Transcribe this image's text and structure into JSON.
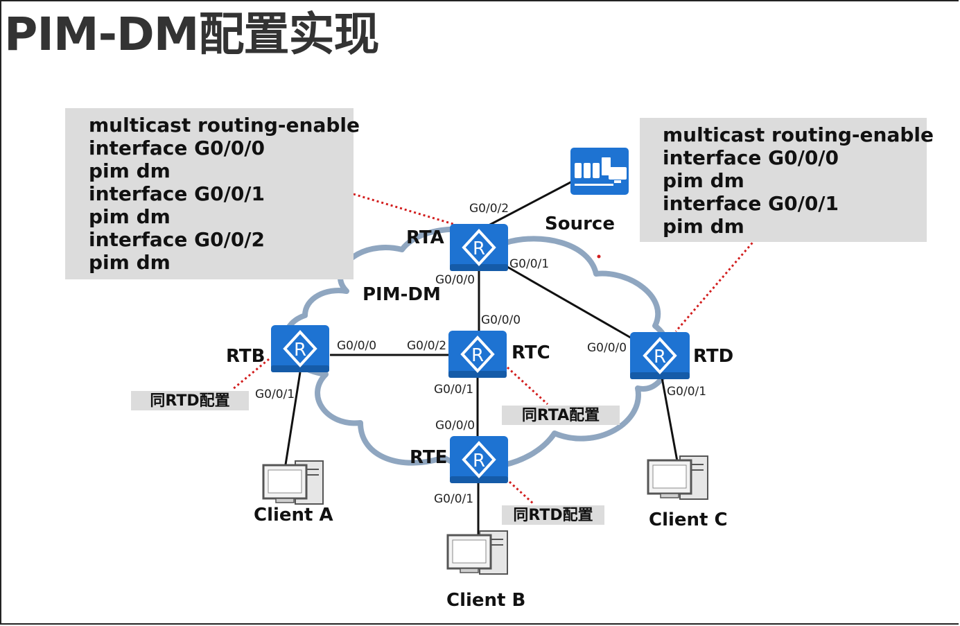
{
  "title": "PIM-DM配置实现",
  "config_left": [
    "multicast routing-enable",
    "interface G0/0/0",
    "pim dm",
    "interface G0/0/1",
    "pim dm",
    "interface G0/0/2",
    "pim dm"
  ],
  "config_right": [
    "multicast routing-enable",
    "interface G0/0/0",
    "pim dm",
    "interface G0/0/1",
    "pim dm"
  ],
  "notes": {
    "rtb": "同RTD配置",
    "rtc": "同RTA配置",
    "rte": "同RTD配置"
  },
  "cloud_label": "PIM-DM",
  "routers": {
    "rta": "RTA",
    "rtb": "RTB",
    "rtc": "RTC",
    "rtd": "RTD",
    "rte": "RTE"
  },
  "source_label": "Source",
  "clients": {
    "a": "Client A",
    "b": "Client B",
    "c": "Client C"
  },
  "ports": {
    "rta_g002": "G0/0/2",
    "rta_g001": "G0/0/1",
    "rta_g000": "G0/0/0",
    "rtc_g000_top": "G0/0/0",
    "rtb_g000": "G0/0/0",
    "rtc_g002": "G0/0/2",
    "rtd_g000": "G0/0/0",
    "rtb_g001": "G0/0/1",
    "rtc_g001": "G0/0/1",
    "rtd_g001": "G0/0/1",
    "rte_g000": "G0/0/0",
    "rte_g001": "G0/0/1"
  },
  "colors": {
    "router": "#1e73d2",
    "router_dark": "#155ba8",
    "cloud_stroke": "#8fa6c0",
    "dotted": "#d21e1e",
    "box": "#dcdcdc"
  }
}
